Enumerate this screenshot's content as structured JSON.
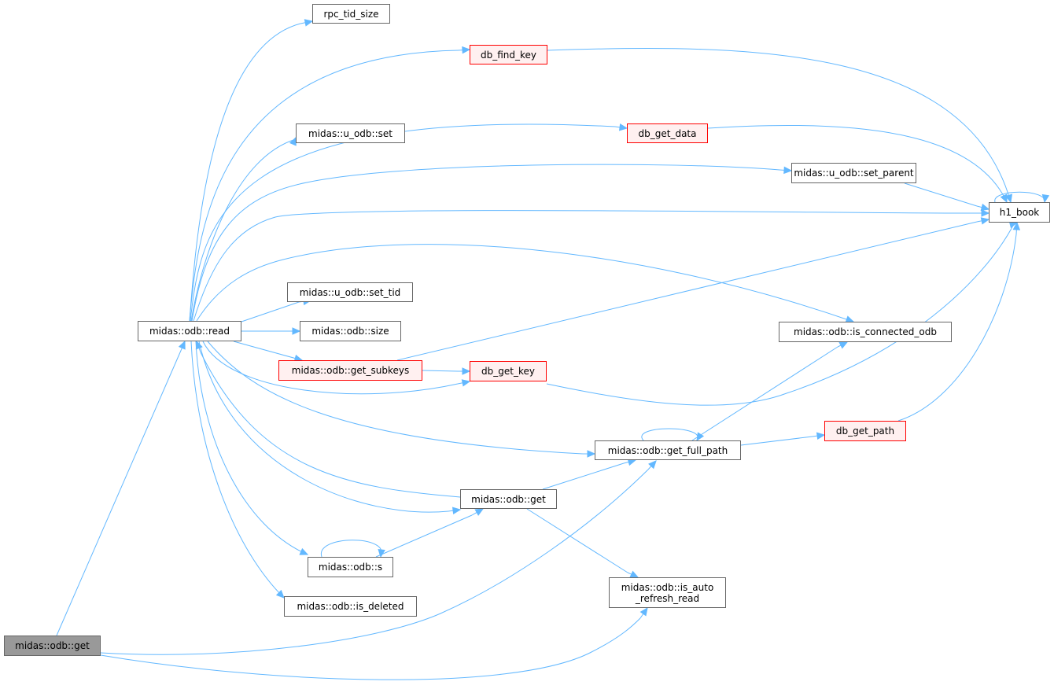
{
  "colors": {
    "edge": "#63b8ff",
    "node_border": "#666666",
    "highlight_border": "#ff0000",
    "highlight_fill": "#fff0f0",
    "root_fill": "#999999"
  },
  "nodes": {
    "rpc_tid_size": "rpc_tid_size",
    "db_find_key": "db_find_key",
    "u_odb_set": "midas::u_odb::set",
    "db_get_data": "db_get_data",
    "u_odb_set_parent": "midas::u_odb::set_parent",
    "h1_book": "h1_book",
    "u_odb_set_tid": "midas::u_odb::set_tid",
    "odb_read": "midas::odb::read",
    "odb_size": "midas::odb::size",
    "odb_is_connected_odb": "midas::odb::is_connected_odb",
    "odb_get_subkeys": "midas::odb::get_subkeys",
    "db_get_key": "db_get_key",
    "odb_get_full_path": "midas::odb::get_full_path",
    "db_get_path": "db_get_path",
    "odb_get_mid": "midas::odb::get",
    "odb_s": "midas::odb::s",
    "odb_is_auto_refresh_read": "midas::odb::is_auto\n_refresh_read",
    "odb_is_deleted": "midas::odb::is_deleted",
    "odb_get_root": "midas::odb::get"
  }
}
